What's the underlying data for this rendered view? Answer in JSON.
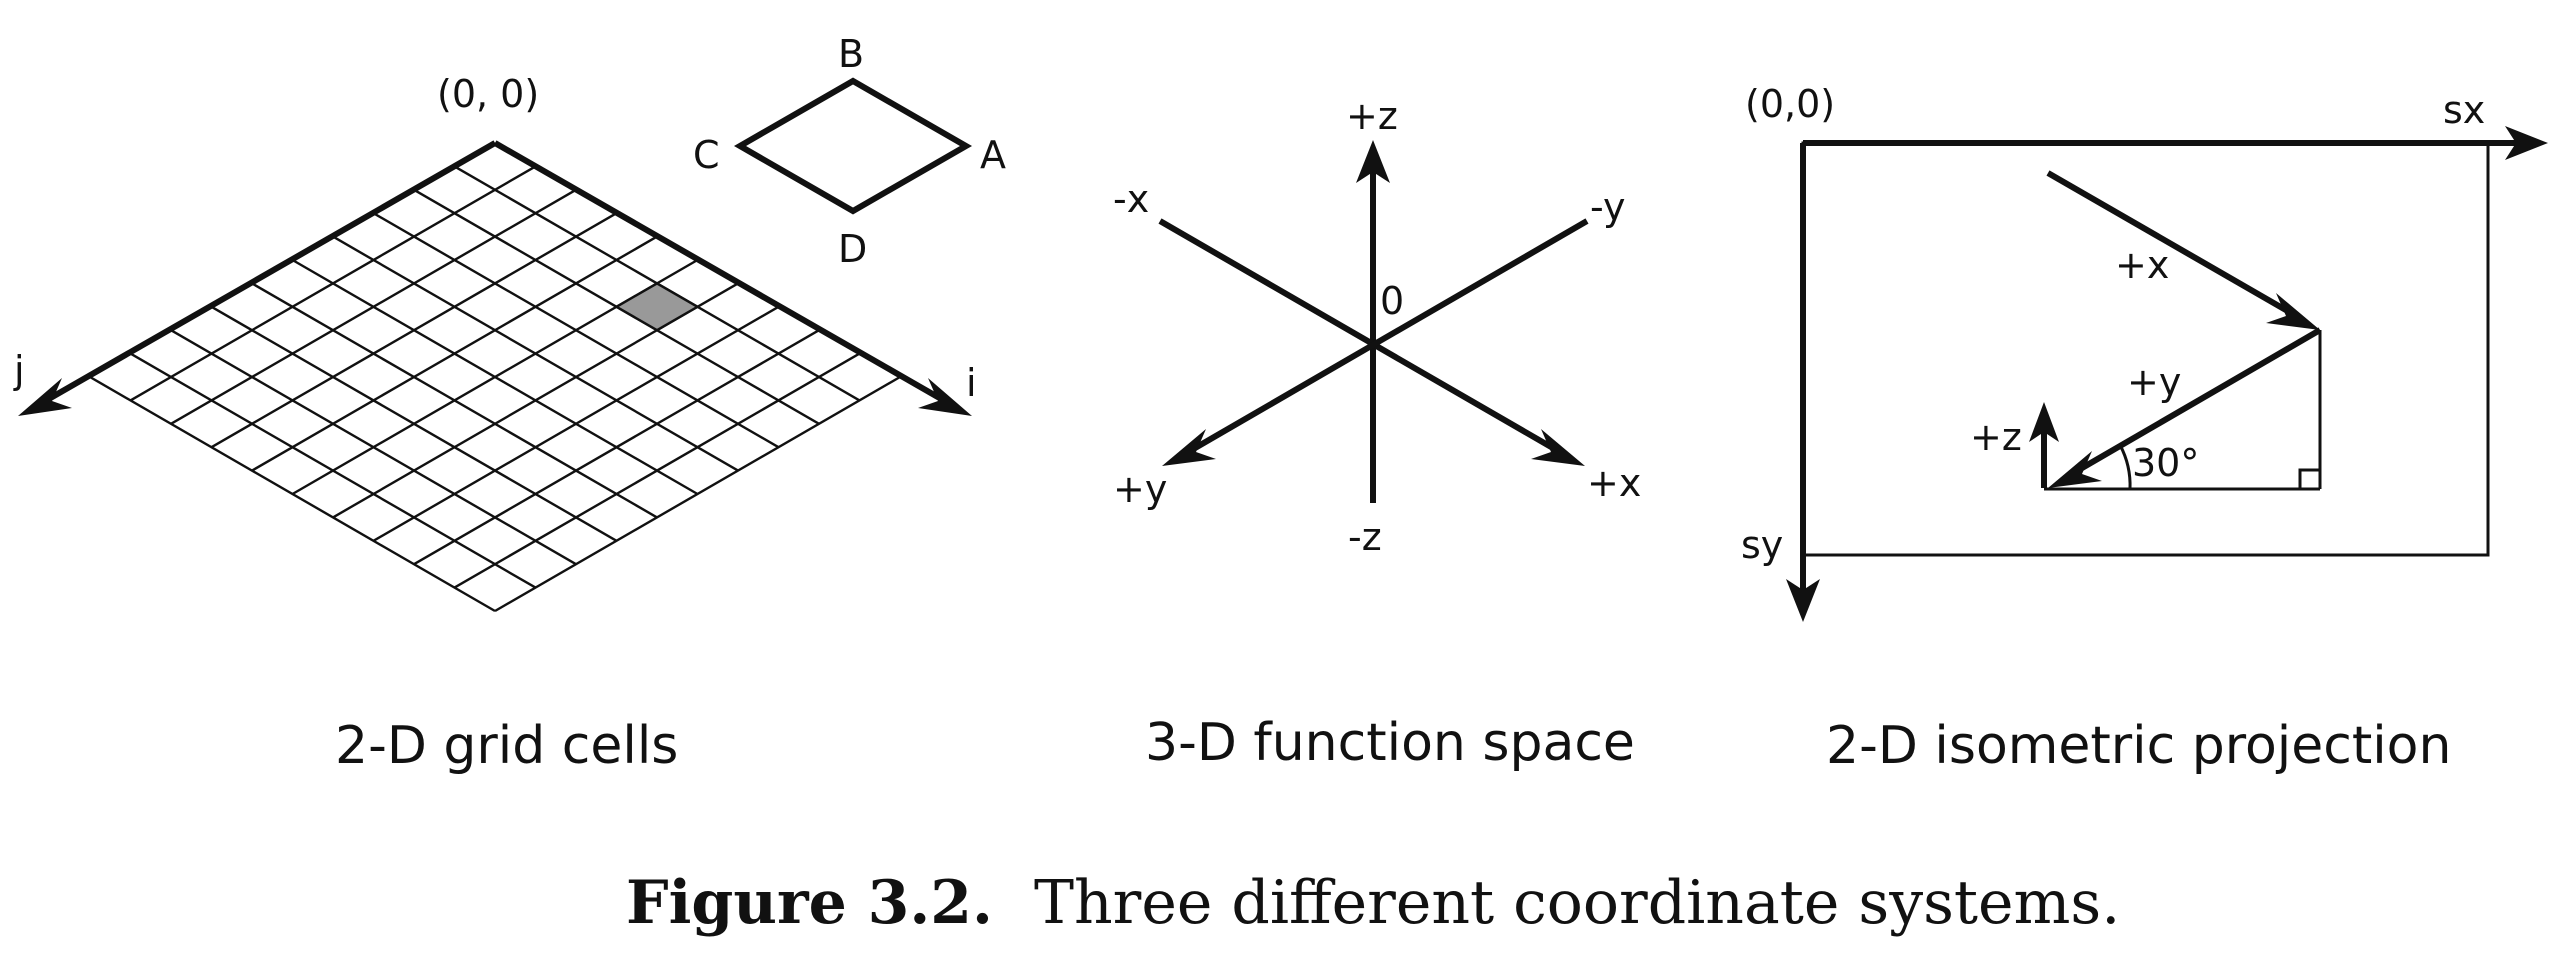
{
  "panels": [
    {
      "caption": "2-D grid cells",
      "labels": {
        "origin": "(0, 0)",
        "j_axis": "j",
        "i_axis": "i",
        "corner_a": "A",
        "corner_b": "B",
        "corner_c": "C",
        "corner_d": "D"
      },
      "grid": {
        "rows": 10,
        "cols": 10,
        "highlighted_cell": {
          "i": 5,
          "j": 1
        },
        "highlight_color": "#999999"
      }
    },
    {
      "caption": "3-D function space",
      "labels": {
        "plus_z": "+z",
        "minus_z": "-z",
        "plus_x": "+x",
        "minus_x": "-x",
        "plus_y": "+y",
        "minus_y": "-y",
        "origin": "0"
      }
    },
    {
      "caption": "2-D isometric projection",
      "labels": {
        "origin": "(0,0)",
        "sx_axis": "sx",
        "sy_axis": "sy",
        "plus_x": "+x",
        "plus_y": "+y",
        "plus_z": "+z",
        "angle": "30°"
      }
    }
  ],
  "figure_caption": {
    "number": "Figure 3.2.",
    "text": "Three different coordinate systems."
  }
}
